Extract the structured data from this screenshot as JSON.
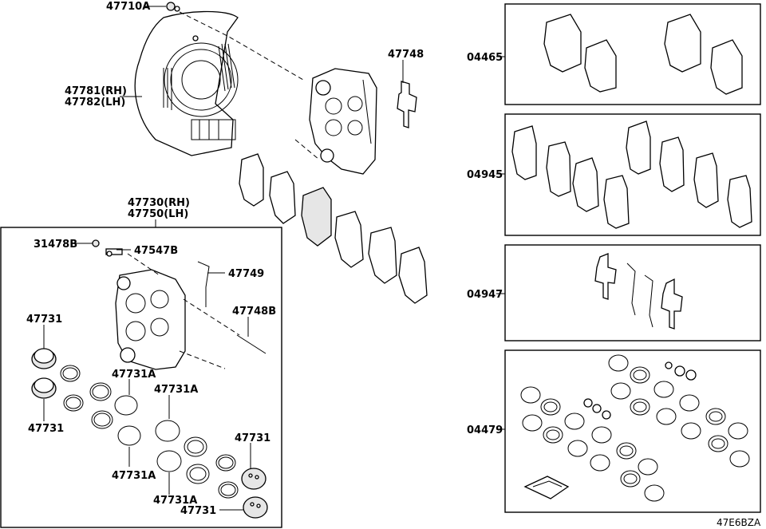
{
  "diagram_code": "47E6BZA",
  "labels": {
    "p47710A": "47710A",
    "p47781": "47781(RH)",
    "p47782": "47782(LH)",
    "p47748": "47748",
    "p47730": "47730(RH)",
    "p47750": "47750(LH)",
    "p31478B": "31478B",
    "p47547B": "47547B",
    "p47749": "47749",
    "p47748B": "47748B",
    "p47731_a": "47731",
    "p47731_b": "47731",
    "p47731A_a": "47731A",
    "p47731A_b": "47731A",
    "p47731A_c": "47731A",
    "p47731A_d": "47731A",
    "p47731_c": "47731",
    "p47731_d": "47731",
    "k04465": "04465",
    "k04945": "04945",
    "k04947": "04947",
    "k04479": "04479"
  }
}
